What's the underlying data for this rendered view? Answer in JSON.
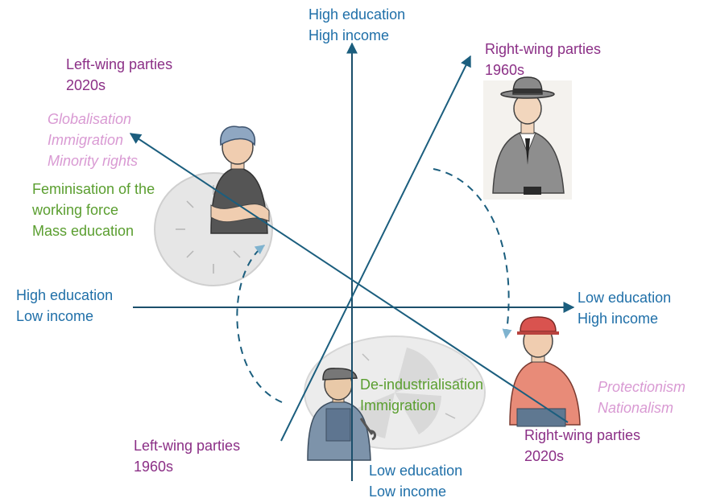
{
  "colors": {
    "axis": "#1b4f6b",
    "arrow": "#1b5e7e",
    "blue_text": "#1f6fa8",
    "purple_text": "#8b2f86",
    "pink_text": "#d99ad3",
    "green_text": "#5a9e2f"
  },
  "axes": {
    "top": [
      "High education",
      "High income"
    ],
    "bottom": [
      "Low education",
      "Low income"
    ],
    "left": [
      "High education",
      "Low income"
    ],
    "right": [
      "Low education",
      "High income"
    ]
  },
  "parties": {
    "left_2020": [
      "Left-wing parties",
      "2020s"
    ],
    "left_1960": [
      "Left-wing parties",
      "1960s"
    ],
    "right_1960": [
      "Right-wing parties",
      "1960s"
    ],
    "right_2020": [
      "Right-wing parties",
      "2020s"
    ]
  },
  "drivers": {
    "cultural": [
      "Globalisation",
      "Immigration",
      "Minority rights"
    ],
    "social": [
      "Feminisation of the",
      "working force",
      "Mass education"
    ],
    "economic": [
      "De-industrialisation",
      "Immigration"
    ],
    "nationalist": [
      "Protectionism",
      "Nationalism"
    ]
  },
  "icons": {
    "young_man": "young-man-crossed-arms-icon",
    "businessman": "businessman-fedora-icon",
    "worker": "factory-worker-wrench-icon",
    "cap_man": "man-red-cap-icon",
    "clock_left": "clock-wheel-icon",
    "clock_bottom": "clock-wheel-icon"
  }
}
